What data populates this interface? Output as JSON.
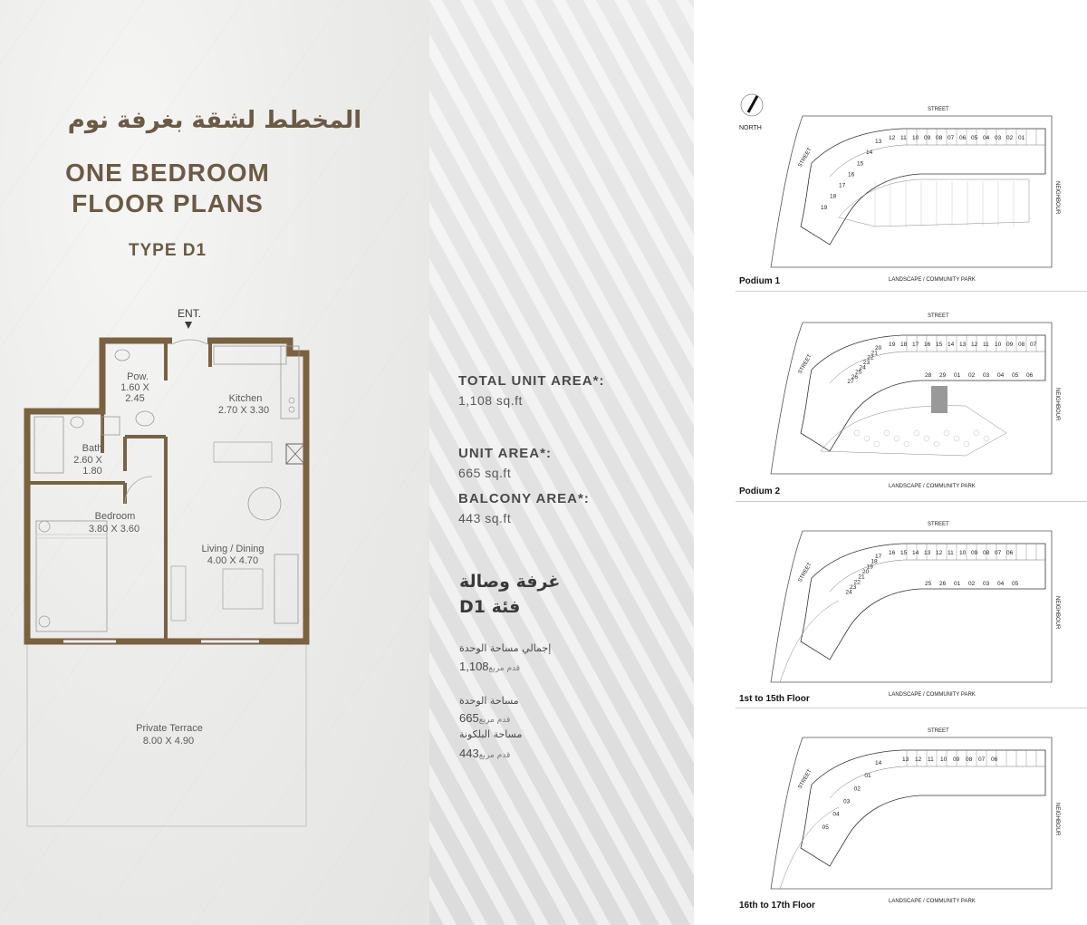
{
  "titles": {
    "arabic": "المخطط لشقة بغرفة نوم",
    "line1": "ONE BEDROOM",
    "line2": "FLOOR PLANS",
    "type": "TYPE D1"
  },
  "plan": {
    "entrance": "ENT.",
    "rooms": [
      {
        "name": "Pow.",
        "dim1": "1.60 X",
        "dim2": "2.45"
      },
      {
        "name": "Kitchen",
        "dim1": "2.70 X 3.30",
        "dim2": ""
      },
      {
        "name": "Bath",
        "dim1": "2.60 X",
        "dim2": "1.80"
      },
      {
        "name": "Bedroom",
        "dim1": "3.80 X 3.60",
        "dim2": ""
      },
      {
        "name": "Living / Dining",
        "dim1": "4.00 X 4.70",
        "dim2": ""
      },
      {
        "name": "Private Terrace",
        "dim1": "8.00 X 4.90",
        "dim2": ""
      }
    ]
  },
  "areas": {
    "total_label": "TOTAL UNIT AREA*:",
    "total_value": "1,108 sq.ft",
    "unit_label": "UNIT AREA*:",
    "unit_value": "665 sq.ft",
    "balcony_label": "BALCONY AREA*:",
    "balcony_value": "443 sq.ft"
  },
  "arabic_block": {
    "heading1": "غرفة وصالة",
    "heading2": "فئة D1",
    "total_label": "إجمالي مساحة الوحدة",
    "total_value": "1,108",
    "unit_label": "مساحة الوحدة",
    "unit_value": "665",
    "balcony_label": "مساحة البلكونة",
    "balcony_value": "443",
    "unit_word": "قدم مربع"
  },
  "keyplans": {
    "north": "NORTH",
    "street": "STREET",
    "neighbour": "NEIGHBOUR",
    "landscape": "LANDSCAPE / COMMUNITY PARK",
    "panels": [
      {
        "caption": "Podium 1",
        "numbers": [
          "12",
          "11",
          "10",
          "09",
          "08",
          "07",
          "06",
          "05",
          "04",
          "03",
          "02",
          "01",
          "13",
          "14",
          "15",
          "16",
          "17",
          "18",
          "19"
        ]
      },
      {
        "caption": "Podium 2",
        "numbers": [
          "19",
          "18",
          "17",
          "16",
          "15",
          "14",
          "13",
          "12",
          "11",
          "10",
          "09",
          "08",
          "07",
          "20",
          "21",
          "22",
          "23",
          "24",
          "25",
          "26",
          "27",
          "28",
          "29",
          "01",
          "02",
          "03",
          "04",
          "05",
          "06"
        ]
      },
      {
        "caption": "1st to 15th Floor",
        "numbers": [
          "16",
          "15",
          "14",
          "13",
          "12",
          "11",
          "10",
          "09",
          "08",
          "07",
          "06",
          "17",
          "18",
          "19",
          "20",
          "21",
          "22",
          "23",
          "24",
          "25",
          "26",
          "01",
          "02",
          "03",
          "04",
          "05"
        ]
      },
      {
        "caption": "16th to 17th Floor",
        "numbers": [
          "13",
          "12",
          "11",
          "10",
          "09",
          "08",
          "07",
          "06",
          "14",
          "01",
          "02",
          "03",
          "04",
          "05"
        ]
      }
    ]
  },
  "colors": {
    "accent": "#7a6140",
    "title": "#6b5a44"
  }
}
